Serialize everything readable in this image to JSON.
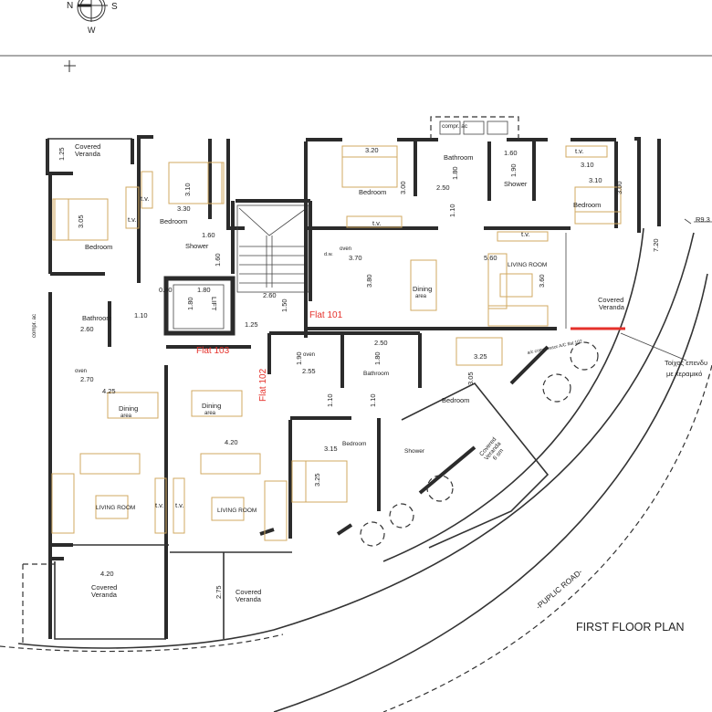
{
  "compass": {
    "n": "N",
    "s": "S",
    "w": "W"
  },
  "title": "FIRST FLOOR PLAN",
  "road": "-PUPLIC ROAD-",
  "radius": "R9.3",
  "wall_note": [
    "Τοίχος επενδυ",
    "με κεραμικό"
  ],
  "flats": [
    "Flat 101",
    "Flat 102",
    "Flat 103"
  ],
  "colors": {
    "walls": "#2b2b2b",
    "furniture": "#d2a860",
    "flat_label": "#e5312b",
    "red_wall": "#e5312b"
  },
  "flat103": {
    "veranda": [
      "Covered",
      "Veranda"
    ],
    "bedroom1": "Bedroom",
    "bedroom2": "Bedroom",
    "shower": "Shower",
    "bathroom": "Bathroom",
    "compr": "compr. ac",
    "lift": "LIFT",
    "tv": [
      "t.v.",
      "t.v.",
      "t.v."
    ],
    "oven": "oven",
    "dining": [
      "Dining",
      "area"
    ],
    "living": "LIVING ROOM",
    "veranda2": [
      "Covered",
      "Veranda"
    ],
    "dims": [
      "1.25",
      "3.05",
      "3.10",
      "3.30",
      "1.60",
      "1.60",
      "0.40",
      "1.80",
      "1.80",
      "2.60",
      "1.50",
      "1.25",
      "1.10",
      "2.60",
      "2.70",
      "4.25",
      "4.20"
    ]
  },
  "flat101": {
    "compr": "compr. ac",
    "bedroom1": "Bedroom",
    "bedroom2": "Bedroom",
    "bathroom": "Bathroom",
    "shower": "Shower",
    "tv": [
      "t.v.",
      "t.v.",
      "t.v."
    ],
    "oven": "oven",
    "dw": "d.w.",
    "dining": [
      "Dining",
      "area"
    ],
    "living": "LIVING ROOM",
    "veranda": [
      "Covered",
      "Veranda"
    ],
    "dims": [
      "3.20",
      "1.80",
      "2.50",
      "3.00",
      "1.60",
      "1.90",
      "3.10",
      "3.10",
      "3.00",
      "1.10",
      "3.70",
      "5.60",
      "3.80",
      "3.60",
      "7.20"
    ]
  },
  "flat102": {
    "oven": "oven",
    "bathroom": "Bathroom",
    "bedroom1": "Bedroom",
    "bedroom2": "Bedroom",
    "shower": "Shower",
    "compressor": "a/c compressor A/C flat 102",
    "veranda": [
      "Covered",
      "Veranda",
      "6 sm"
    ],
    "dining": [
      "Dining",
      "area"
    ],
    "living": "LIVING ROOM",
    "tv": [
      "t.v.",
      "t.v."
    ],
    "veranda2": [
      "Covered",
      "Veranda"
    ],
    "dims": [
      "2.50",
      "1.90",
      "2.55",
      "1.80",
      "3.25",
      "3.05",
      "1.10",
      "1.10",
      "3.15",
      "3.25",
      "4.20",
      "2.75"
    ]
  }
}
